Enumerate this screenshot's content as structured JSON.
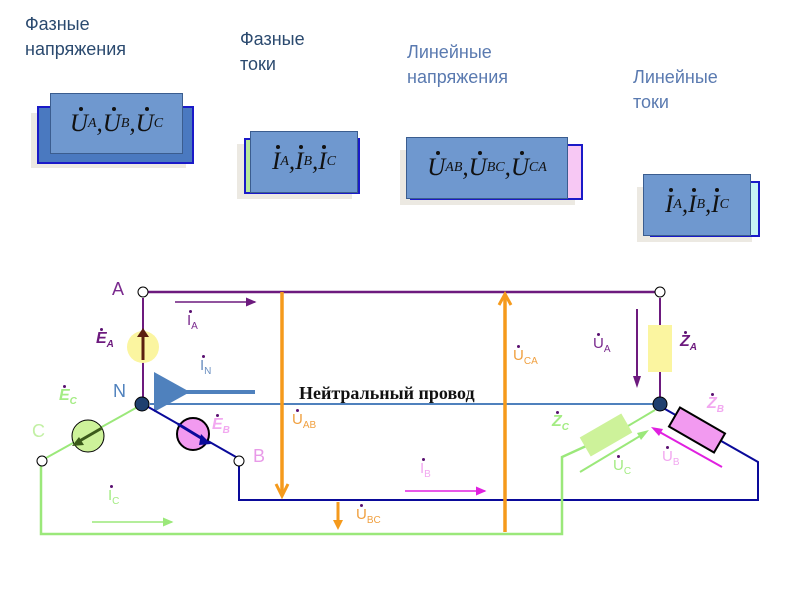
{
  "headings": {
    "phase_voltages": [
      "Фазные",
      "напряжения"
    ],
    "phase_currents": [
      "Фазные",
      "токи"
    ],
    "line_voltages": [
      "Линейные",
      "напряжения"
    ],
    "line_currents": [
      "Линейные",
      "токи"
    ]
  },
  "formulas": {
    "phase_voltages": {
      "symbol": "U",
      "subs": [
        "A",
        "B",
        "C"
      ]
    },
    "phase_currents": {
      "symbol": "I",
      "subs": [
        "A",
        "B",
        "C"
      ]
    },
    "line_voltages": {
      "symbol": "U",
      "subs": [
        "AB",
        "BC",
        "CA"
      ]
    },
    "line_currents": {
      "symbol": "I",
      "subs": [
        "A",
        "B",
        "C"
      ]
    }
  },
  "circuit": {
    "nodes": {
      "A": "A",
      "N": "N",
      "B": "B",
      "C": "C"
    },
    "sources": {
      "EA": {
        "sym": "E",
        "sub": "A"
      },
      "EB": {
        "sym": "E",
        "sub": "B"
      },
      "EC": {
        "sym": "E",
        "sub": "C"
      }
    },
    "loads": {
      "ZA": {
        "sym": "Z",
        "sub": "A"
      },
      "ZB": {
        "sym": "Z",
        "sub": "B"
      },
      "ZC": {
        "sym": "Z",
        "sub": "C"
      }
    },
    "currents": {
      "IA": {
        "sym": "I",
        "sub": "A"
      },
      "IB": {
        "sym": "I",
        "sub": "B"
      },
      "IC": {
        "sym": "I",
        "sub": "C"
      },
      "IN": {
        "sym": "I",
        "sub": "N"
      }
    },
    "voltages": {
      "UAB": {
        "sym": "U",
        "sub": "AB"
      },
      "UBC": {
        "sym": "U",
        "sub": "BC"
      },
      "UCA": {
        "sym": "U",
        "sub": "CA"
      },
      "UA": {
        "sym": "U",
        "sub": "A"
      },
      "UB": {
        "sym": "U",
        "sub": "B"
      },
      "UC": {
        "sym": "U",
        "sub": "C"
      }
    },
    "neutral_wire_label": "Нейтральный провод"
  },
  "colors": {
    "phase_a": "#6d1a7e",
    "phase_b": "#0a0a9a",
    "phase_c": "#9be87a",
    "neutral": "#4f81bd",
    "voltage_arrow": "#f59a1c",
    "pink": "#e89ae8"
  }
}
